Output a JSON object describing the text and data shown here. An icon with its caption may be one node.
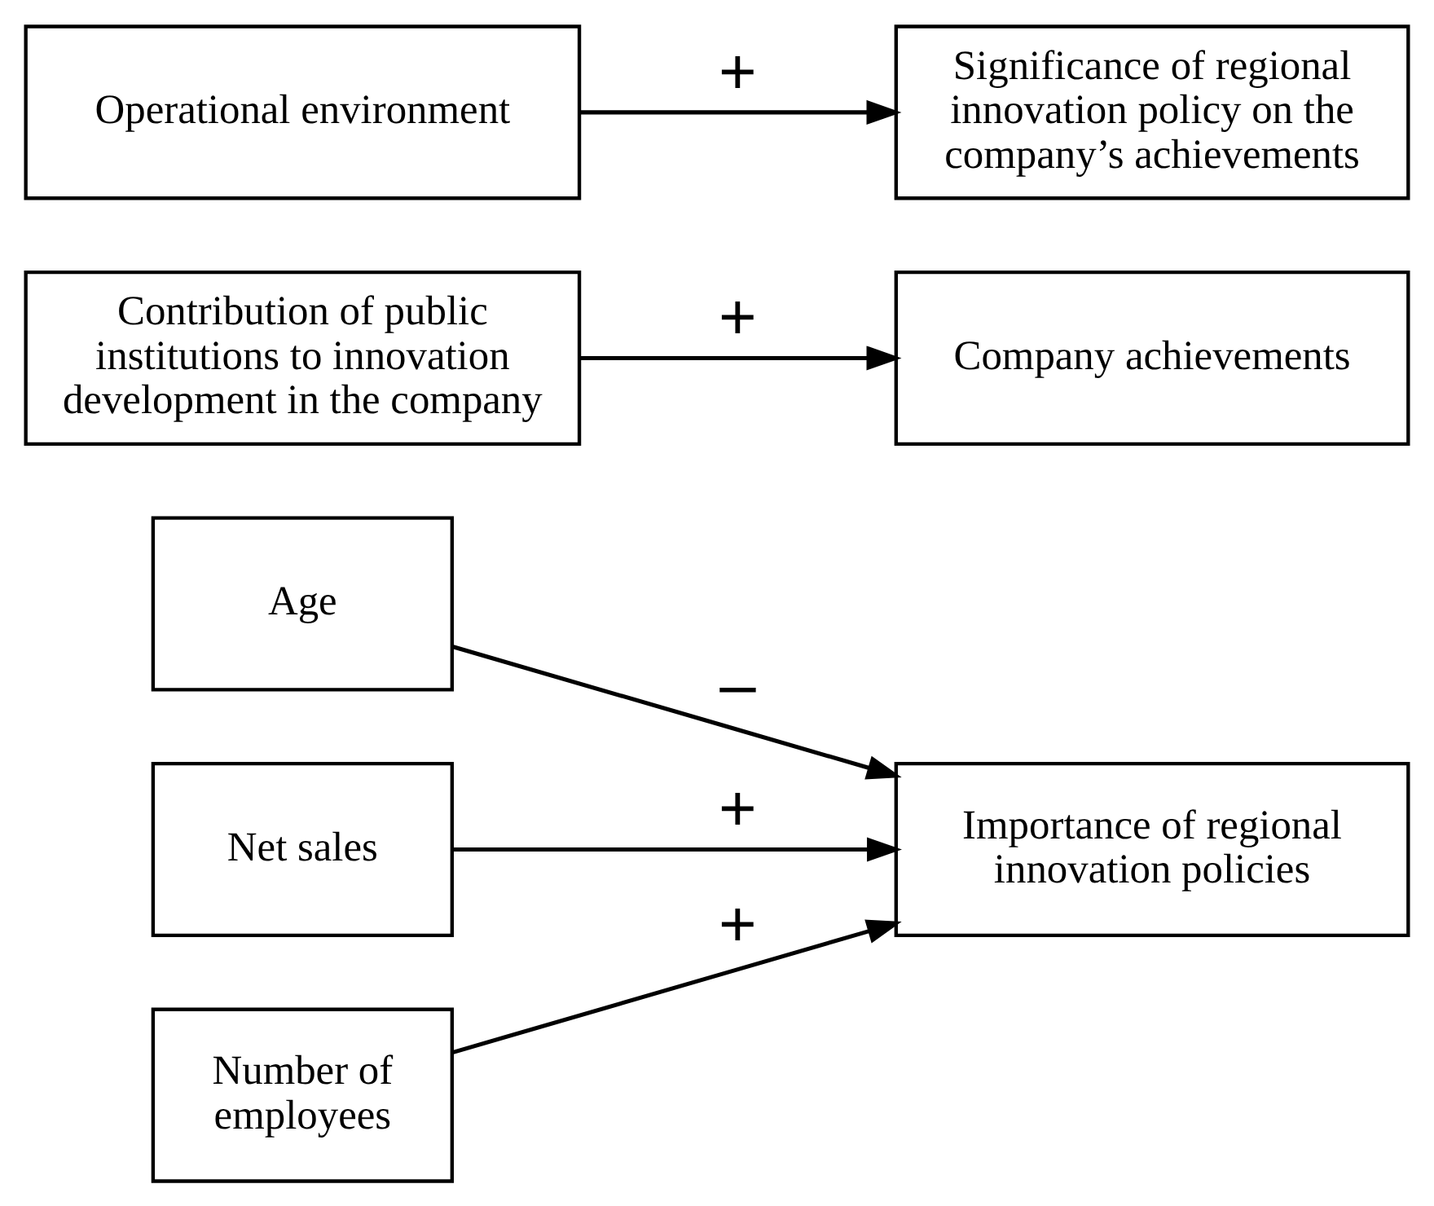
{
  "diagram": {
    "nodes": [
      {
        "text": [
          "Age"
        ]
      },
      {
        "text": [
          "Net sales"
        ]
      },
      {
        "text": [
          "Number of employees"
        ]
      },
      {
        "text": [
          "Importance of regional innovation policies"
        ]
      },
      {
        "text": [
          "Contribution of public institutions to innovation development in the company"
        ]
      },
      {
        "text": [
          "Company achievements"
        ]
      },
      {
        "text": [
          "Operational environment"
        ]
      },
      {
        "text": [
          "Significance of regional innovation policy on the company’s achievements"
        ]
      }
    ],
    "edges": [
      {
        "from": 0,
        "to": 3,
        "arrow": "to",
        "label": "–"
      },
      {
        "from": 1,
        "to": 3,
        "arrow": "to",
        "label": "+"
      },
      {
        "from": 2,
        "to": 3,
        "arrow": "to",
        "label": "+"
      },
      {
        "from": 4,
        "to": 5,
        "arrow": "to",
        "label": "+"
      },
      {
        "from": 6,
        "to": 7,
        "arrow": "to",
        "label": "+"
      }
    ]
  }
}
